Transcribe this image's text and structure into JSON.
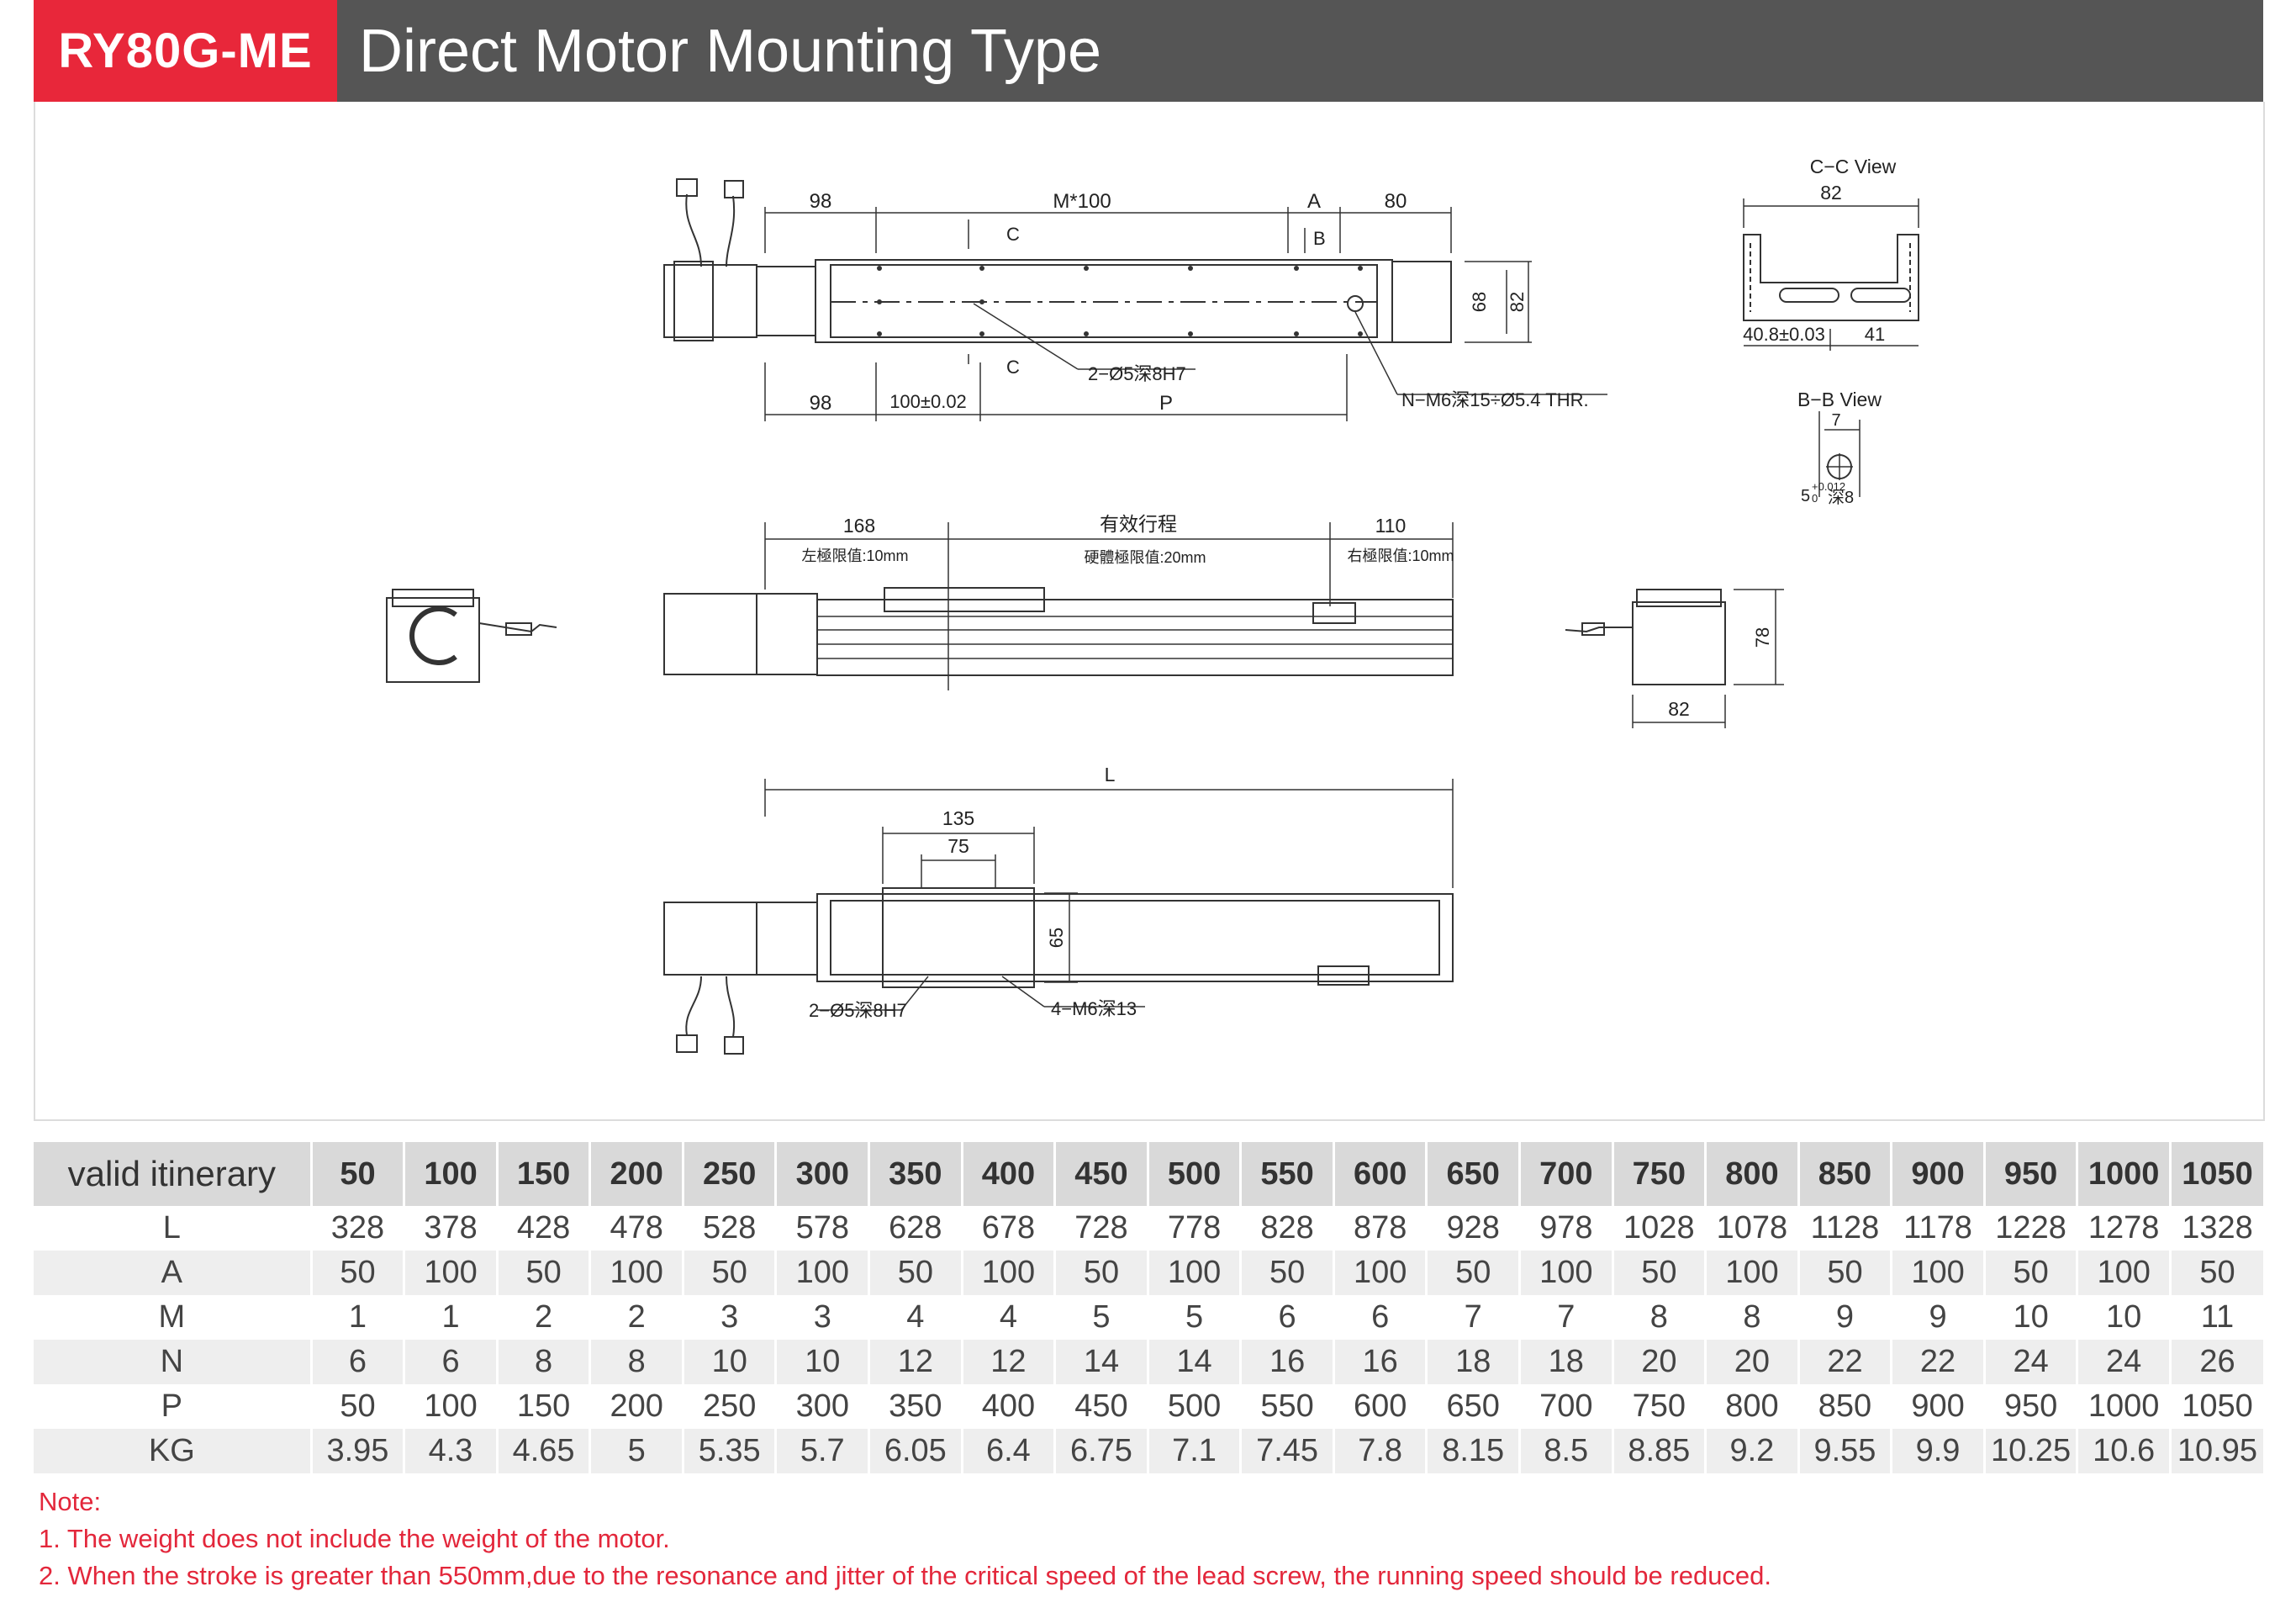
{
  "header": {
    "model": "RY80G-ME",
    "title": "Direct Motor Mounting Type",
    "accent_color": "#e8273a",
    "bar_color": "#555555"
  },
  "drawing": {
    "top_view": {
      "dims_top": [
        "98",
        "M*100",
        "A",
        "80"
      ],
      "section_c": "C",
      "section_b": "B",
      "height_inner": "68",
      "height_outer": "82",
      "hole_label": "2−Ø5深8H7",
      "thread_label": "N−M6深15÷Ø5.4 THR.",
      "dims_bottom": [
        "98",
        "100±0.02",
        "P"
      ]
    },
    "cc_view": {
      "title": "C−C View",
      "width": "82",
      "dim_left": "40.8±0.03",
      "dim_right": "41"
    },
    "bb_view": {
      "title": "B−B View",
      "dim_top": "7",
      "dim_hole": "5",
      "tolerance": "+0.012",
      "tolerance_low": "0",
      "depth": "深8"
    },
    "side_view": {
      "left_stroke": "168",
      "left_limit": "左極限值:10mm",
      "effective_stroke": "有效行程",
      "hard_limit": "硬體極限值:20mm",
      "right_stroke": "110",
      "right_limit": "右極限值:10mm"
    },
    "end_view": {
      "height": "78",
      "width": "82"
    },
    "bottom_view": {
      "length": "L",
      "carriage_width": "135",
      "hole_spacing": "75",
      "carriage_height": "65",
      "hole_label": "2−Ø5深8H7",
      "thread_label": "4−M6深13"
    }
  },
  "table": {
    "header_label": "valid itinerary",
    "columns": [
      "50",
      "100",
      "150",
      "200",
      "250",
      "300",
      "350",
      "400",
      "450",
      "500",
      "550",
      "600",
      "650",
      "700",
      "750",
      "800",
      "850",
      "900",
      "950",
      "1000",
      "1050"
    ],
    "rows": [
      {
        "label": "L",
        "values": [
          "328",
          "378",
          "428",
          "478",
          "528",
          "578",
          "628",
          "678",
          "728",
          "778",
          "828",
          "878",
          "928",
          "978",
          "1028",
          "1078",
          "1128",
          "1178",
          "1228",
          "1278",
          "1328"
        ]
      },
      {
        "label": "A",
        "values": [
          "50",
          "100",
          "50",
          "100",
          "50",
          "100",
          "50",
          "100",
          "50",
          "100",
          "50",
          "100",
          "50",
          "100",
          "50",
          "100",
          "50",
          "100",
          "50",
          "100",
          "50"
        ]
      },
      {
        "label": "M",
        "values": [
          "1",
          "1",
          "2",
          "2",
          "3",
          "3",
          "4",
          "4",
          "5",
          "5",
          "6",
          "6",
          "7",
          "7",
          "8",
          "8",
          "9",
          "9",
          "10",
          "10",
          "11"
        ]
      },
      {
        "label": "N",
        "values": [
          "6",
          "6",
          "8",
          "8",
          "10",
          "10",
          "12",
          "12",
          "14",
          "14",
          "16",
          "16",
          "18",
          "18",
          "20",
          "20",
          "22",
          "22",
          "24",
          "24",
          "26"
        ]
      },
      {
        "label": "P",
        "values": [
          "50",
          "100",
          "150",
          "200",
          "250",
          "300",
          "350",
          "400",
          "450",
          "500",
          "550",
          "600",
          "650",
          "700",
          "750",
          "800",
          "850",
          "900",
          "950",
          "1000",
          "1050"
        ]
      },
      {
        "label": "KG",
        "values": [
          "3.95",
          "4.3",
          "4.65",
          "5",
          "5.35",
          "5.7",
          "6.05",
          "6.4",
          "6.75",
          "7.1",
          "7.45",
          "7.8",
          "8.15",
          "8.5",
          "8.85",
          "9.2",
          "9.55",
          "9.9",
          "10.25",
          "10.6",
          "10.95"
        ]
      }
    ]
  },
  "notes": {
    "title": "Note:",
    "items": [
      "1.  The weight does not include the weight of the motor.",
      "2. When the stroke is greater than 550mm,due to the resonance and jitter of the critical speed of the lead screw, the running speed should be reduced."
    ]
  }
}
